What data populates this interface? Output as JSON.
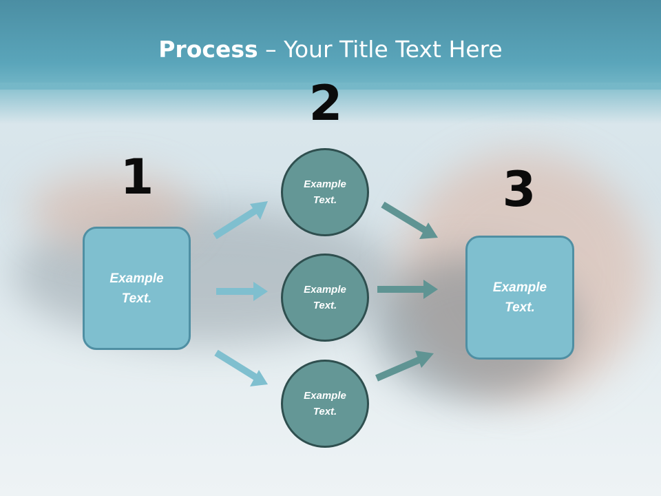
{
  "title": {
    "bold": "Process",
    "rest": " – Your Title Text Here"
  },
  "steps": [
    {
      "number": "1",
      "label": "Example\nText."
    },
    {
      "number": "2",
      "labels": [
        "Example\nText.",
        "Example\nText.",
        "Example\nText."
      ]
    },
    {
      "number": "3",
      "label": "Example\nText."
    }
  ],
  "colors": {
    "header": "#5aa5ba",
    "box_fill": "#7fbfcf",
    "circle_fill": "#649796",
    "arrow_light": "#7fbfcf",
    "arrow_dark": "#5f9493"
  }
}
